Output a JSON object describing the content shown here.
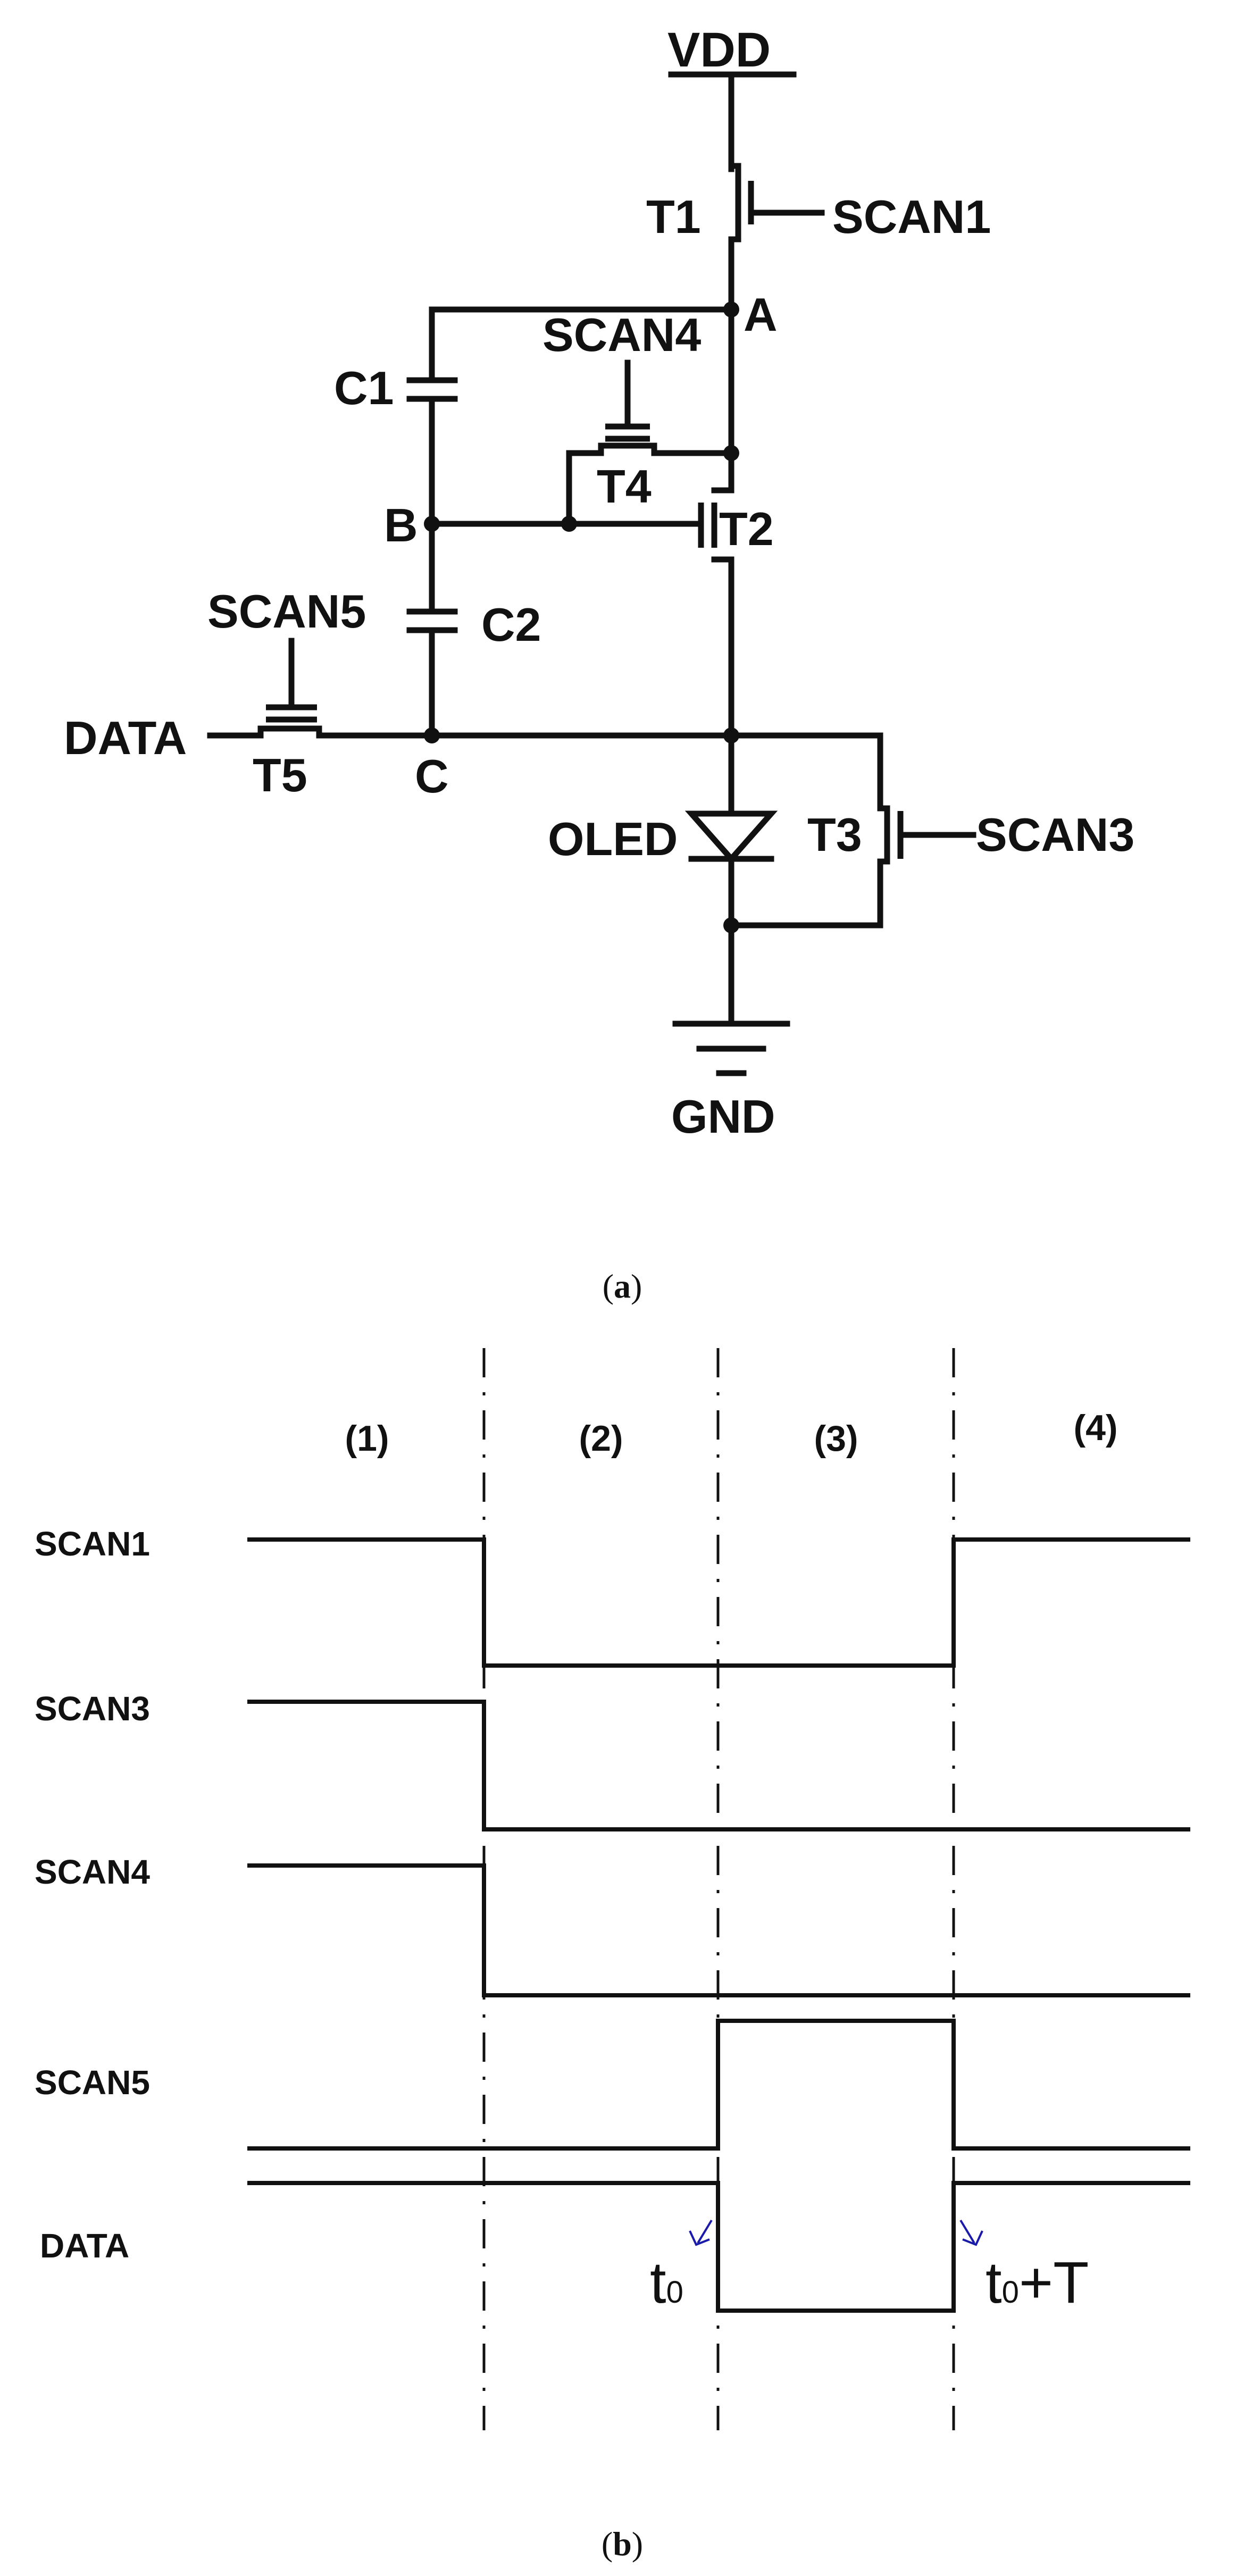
{
  "circuit": {
    "supply_label": "VDD",
    "ground_label": "GND",
    "transistors": [
      "T1",
      "T2",
      "T3",
      "T4",
      "T5"
    ],
    "capacitors": [
      "C1",
      "C2"
    ],
    "nodes": [
      "A",
      "B",
      "C"
    ],
    "signals": {
      "scan1": "SCAN1",
      "scan3": "SCAN3",
      "scan4": "SCAN4",
      "scan5": "SCAN5",
      "data": "DATA"
    },
    "oled_label": "OLED"
  },
  "captions": {
    "a_open": "(",
    "a_letter": "a",
    "a_close": ")",
    "b_open": "(",
    "b_letter": "b",
    "b_close": ")"
  },
  "timing": {
    "phases": [
      "(1)",
      "(2)",
      "(3)",
      "(4)"
    ],
    "rows": [
      "SCAN1",
      "SCAN3",
      "SCAN4",
      "SCAN5",
      "DATA"
    ],
    "waveforms": {
      "SCAN1": [
        "high",
        "low",
        "low",
        "high"
      ],
      "SCAN3": [
        "high",
        "low",
        "low",
        "low"
      ],
      "SCAN4": [
        "high",
        "low",
        "low",
        "low"
      ],
      "SCAN5": [
        "low",
        "low",
        "high",
        "low"
      ],
      "DATA": [
        "high",
        "high",
        "low",
        "high"
      ]
    },
    "t0_main": "t",
    "t0_sub": "0",
    "t0T_main": "t",
    "t0T_sub": "0",
    "t0T_suffix": "+T"
  }
}
